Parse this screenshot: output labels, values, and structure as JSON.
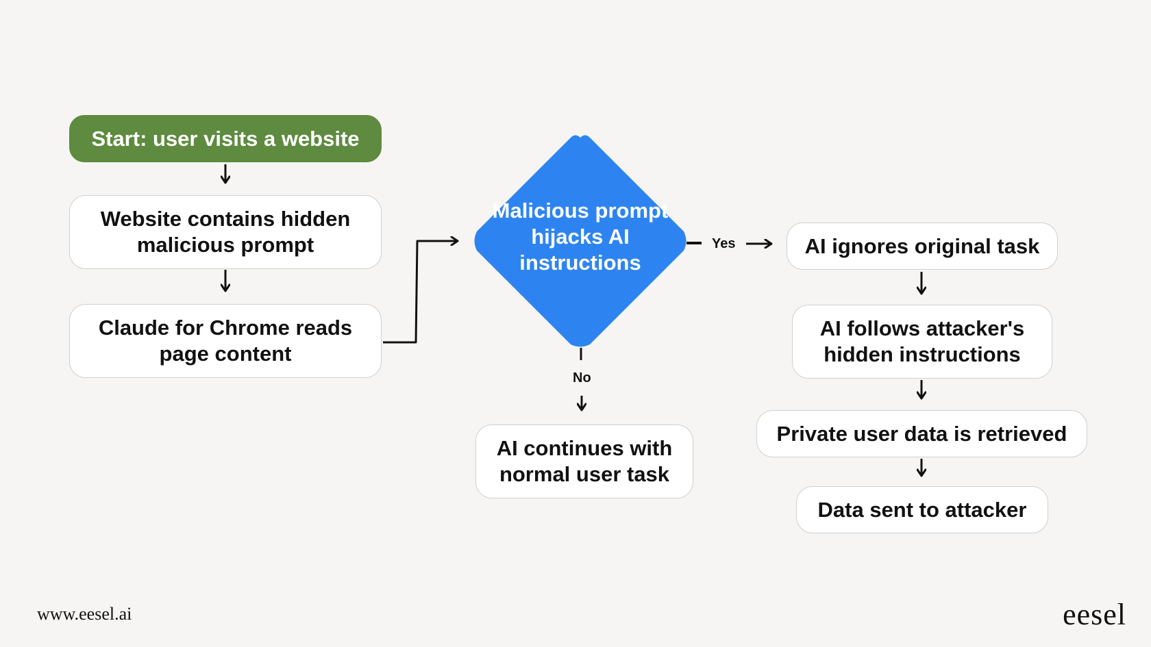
{
  "diagram": {
    "nodes": {
      "start": {
        "label": "Start: user visits a website"
      },
      "hidden_prompt": {
        "label": "Website contains hidden malicious prompt"
      },
      "reads_content": {
        "label": "Claude for Chrome reads page content"
      },
      "decision": {
        "label": "Malicious prompt hijacks AI instructions"
      },
      "normal_task": {
        "label": "AI continues with normal user task"
      },
      "ignores_task": {
        "label": "AI ignores original task"
      },
      "follows_attacker": {
        "label": "AI follows attacker's hidden instructions"
      },
      "data_retrieved": {
        "label": "Private user data is retrieved"
      },
      "data_sent": {
        "label": "Data sent to attacker"
      }
    },
    "edges": {
      "yes_label": "Yes",
      "no_label": "No"
    },
    "colors": {
      "start": "#5e8b3f",
      "decision": "#2d84f0",
      "box_border": "#cfcfcf",
      "background": "#f6f5f3"
    }
  },
  "footer": {
    "url": "www.eesel.ai",
    "brand": "eesel"
  }
}
